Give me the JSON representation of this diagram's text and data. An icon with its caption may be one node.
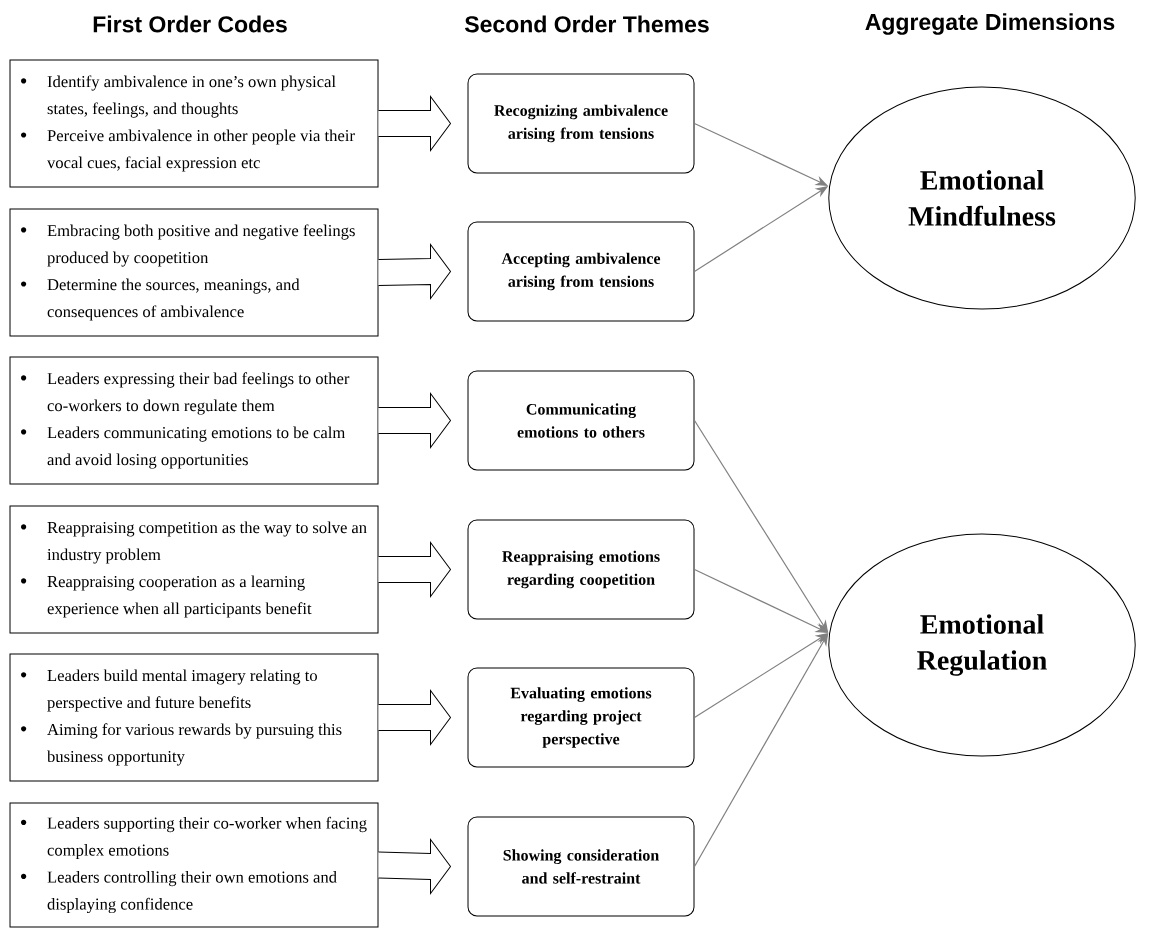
{
  "diagram": {
    "nodes": [
      {
        "text": [
          "Identify ambivalence in one’s own physical states, feelings, and thoughts",
          "Perceive ambivalence in other people via their vocal cues, facial expression etc"
        ]
      },
      {
        "text": [
          "Embracing both positive and negative feelings produced by coopetition",
          "Determine the sources, meanings, and consequences of ambivalence"
        ]
      },
      {
        "text": [
          "Leaders expressing their bad feelings to other co-workers to down regulate them",
          "Leaders communicating emotions to be calm and avoid losing opportunities"
        ]
      },
      {
        "text": [
          "Reappraising competition as the way to solve an industry problem",
          "Reappraising cooperation as a learning experience when all participants benefit"
        ]
      },
      {
        "text": [
          "Leaders build mental imagery relating to perspective and future benefits",
          "Aiming for various rewards by pursuing this business opportunity"
        ]
      },
      {
        "text": [
          "Leaders supporting their co-worker when facing complex emotions",
          "Leaders controlling their own emotions and displaying confidence"
        ]
      },
      {
        "text": [
          "Recognizing ambivalence arising from tensions"
        ]
      },
      {
        "text": [
          "Accepting ambivalence arising from tensions"
        ]
      },
      {
        "text": [
          "Communicating emotions to others"
        ]
      },
      {
        "text": [
          "Reappraising emotions regarding coopetition"
        ]
      },
      {
        "text": [
          "Evaluating emotions regarding project perspective"
        ]
      },
      {
        "text": [
          "Showing consideration and self-restraint"
        ]
      },
      {
        "text": [
          "Emotional Mindfulness"
        ]
      },
      {
        "text": [
          "Emotional Regulation"
        ]
      }
    ],
    "edges": [
      {
        "from": 0,
        "to": 6,
        "arrow": "to",
        "style": "thick"
      },
      {
        "from": 1,
        "to": 7,
        "arrow": "to",
        "style": "thick"
      },
      {
        "from": 2,
        "to": 8,
        "arrow": "to",
        "style": "thick"
      },
      {
        "from": 3,
        "to": 9,
        "arrow": "to",
        "style": "thick"
      },
      {
        "from": 4,
        "to": 10,
        "arrow": "to",
        "style": "thick"
      },
      {
        "from": 5,
        "to": 11,
        "arrow": "to",
        "style": "thick"
      },
      {
        "from": 6,
        "to": 12,
        "arrow": "to",
        "color": "#808080"
      },
      {
        "from": 7,
        "to": 12,
        "arrow": "to",
        "color": "#808080"
      },
      {
        "from": 8,
        "to": 13,
        "arrow": "to",
        "color": "#808080"
      },
      {
        "from": 9,
        "to": 13,
        "arrow": "to",
        "color": "#808080"
      },
      {
        "from": 10,
        "to": 13,
        "arrow": "to",
        "color": "#808080"
      },
      {
        "from": 11,
        "to": 13,
        "arrow": "to",
        "color": "#808080"
      }
    ],
    "labels": [
      "First Order Codes",
      "Second Order Themes",
      "Aggregate Dimensions"
    ]
  }
}
